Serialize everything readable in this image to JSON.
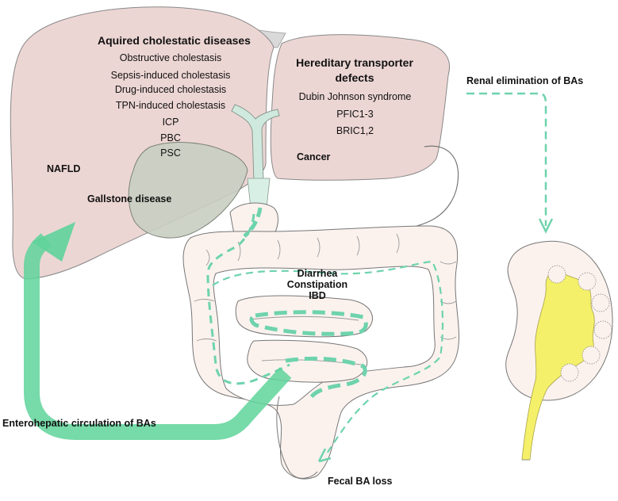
{
  "liver": {
    "left_lobe": {
      "title": "Aquired cholestatic diseases",
      "items": [
        "Obstructive cholestasis",
        "Sepsis-induced cholestasis",
        "Drug-induced cholestasis",
        "TPN-induced cholestasis",
        "ICP",
        "PBC",
        "PSC"
      ],
      "side_label": "NAFLD",
      "gallbladder_label": "Gallstone disease"
    },
    "right_lobe": {
      "title_line1": "Hereditary transporter",
      "title_line2": "defects",
      "items": [
        "Dubin  Johnson syndrome",
        "PFIC1-3",
        "BRIC1,2"
      ],
      "cancer_label": "Cancer"
    }
  },
  "intestine": {
    "disorders": [
      "Diarrhea",
      "Constipation",
      "IBD"
    ]
  },
  "labels": {
    "enterohepatic": "Enterohepatic circulation of BAs",
    "fecal": "Fecal BA loss",
    "renal": "Renal elimination of BAs"
  },
  "colors": {
    "liver_fill": "#ecd6d4",
    "gallbladder_fill": "#c9cfc3",
    "intestine_fill": "#fbf2ee",
    "bile_duct": "#cfe9de",
    "circulation_arrow": "#5fd39a",
    "dashed_flow": "#6ed3ad",
    "kidney_fill": "#fbf2ee",
    "renal_pelvis": "#f4f06a",
    "outline": "#7a7a7a"
  }
}
